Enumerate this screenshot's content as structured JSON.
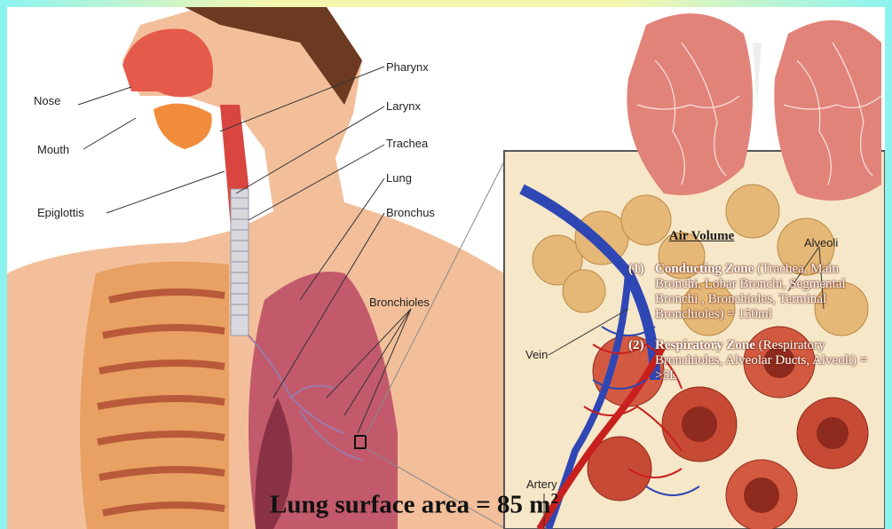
{
  "title_zone": "Air Volume",
  "labels": {
    "nose": "Nose",
    "mouth": "Mouth",
    "epiglottis": "Epiglottis",
    "pharynx": "Pharynx",
    "larynx": "Larynx",
    "trachea": "Trachea",
    "lung": "Lung",
    "bronchus": "Bronchus",
    "bronchioles": "Bronchioles",
    "vein": "Vein",
    "artery": "Artery",
    "alveoli": "Alveoli"
  },
  "zones": [
    {
      "num": "(1)",
      "name": "Conducting Zone",
      "detail": "(Trachea, Main Bronchi, Lobar Bronchi, Segmental Bronchi                , Bronchioles, Terminal Bronchioles) = 150ml"
    },
    {
      "num": "(2)",
      "name": "Respiratory Zone",
      "detail": "(Respiratory Bronchioles, Alveolar Ducts, Alveoli) = >5L"
    }
  ],
  "surface": {
    "text": "Lung surface area = 85 m",
    "sup": "2"
  },
  "colors": {
    "frame_left": "#8cf3f0",
    "frame_center": "#f4f6b0",
    "skin": "#f2bf9a",
    "lung": "#c25a6c",
    "vein": "#2f47b4",
    "artery": "#c8201e",
    "alveoli": "#e6b877"
  }
}
